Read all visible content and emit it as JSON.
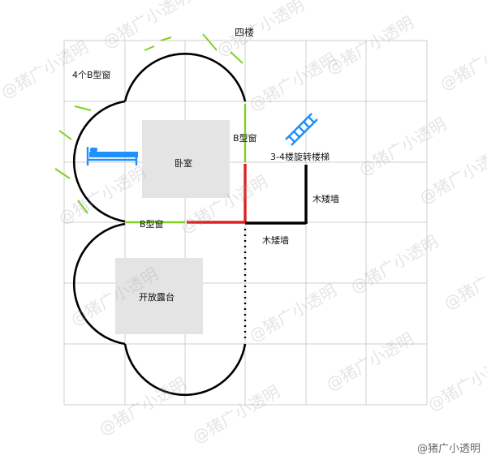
{
  "title": "四楼",
  "labels": {
    "windows_count": "4个B型窗",
    "window_right": "B型窗",
    "window_bottom": "B型窗",
    "bedroom": "卧室",
    "stairs": "3-4楼旋转楼梯",
    "low_wall_right": "木矮墙",
    "low_wall_bottom": "木矮墙",
    "terrace": "开放露台"
  },
  "watermark": "@猪广小透明",
  "colors": {
    "grid": "#cfcfcf",
    "wall": "#000000",
    "window": "#7ed321",
    "red_wall": "#e02020",
    "room_fill": "#e4e4e4",
    "icon_blue": "#1e90ff"
  },
  "icons": [
    "bed-icon",
    "ladder-icon"
  ]
}
